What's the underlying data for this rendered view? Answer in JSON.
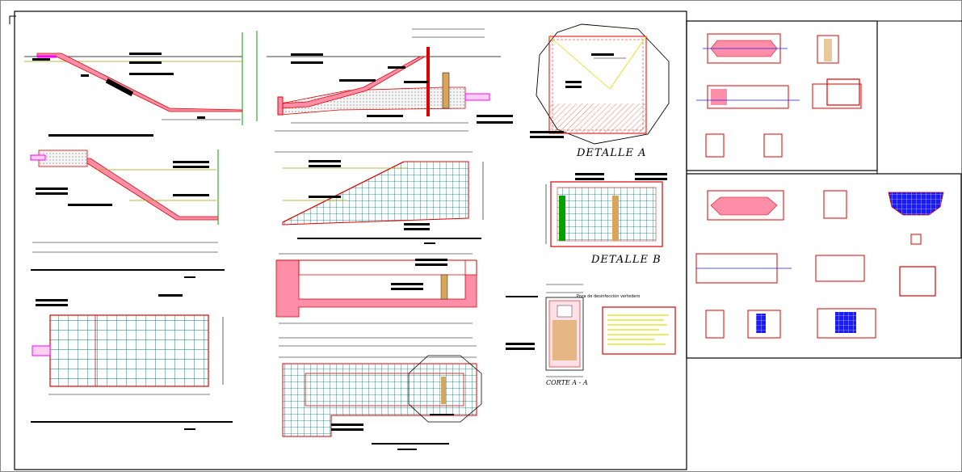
{
  "labels": {
    "detalle_a": "DETALLE A",
    "detalle_b": "DETALLE B",
    "corte_aa": "CORTE A - A",
    "detalle_a_small": "DETALLE A",
    "detalle_b_small": "DETALLE B",
    "pozo_note": "Poza de desinfección vertedero"
  },
  "colors": {
    "concrete": "#ff8fa8",
    "rebar_grid": "#0a6f6f",
    "outline": "#e00000",
    "dim": "#000000",
    "pipe": "#ff00ff",
    "fill_orange": "#d9a55a",
    "fill_yellow": "#e0e000",
    "blue": "#1a1aff",
    "green": "#00a000"
  }
}
